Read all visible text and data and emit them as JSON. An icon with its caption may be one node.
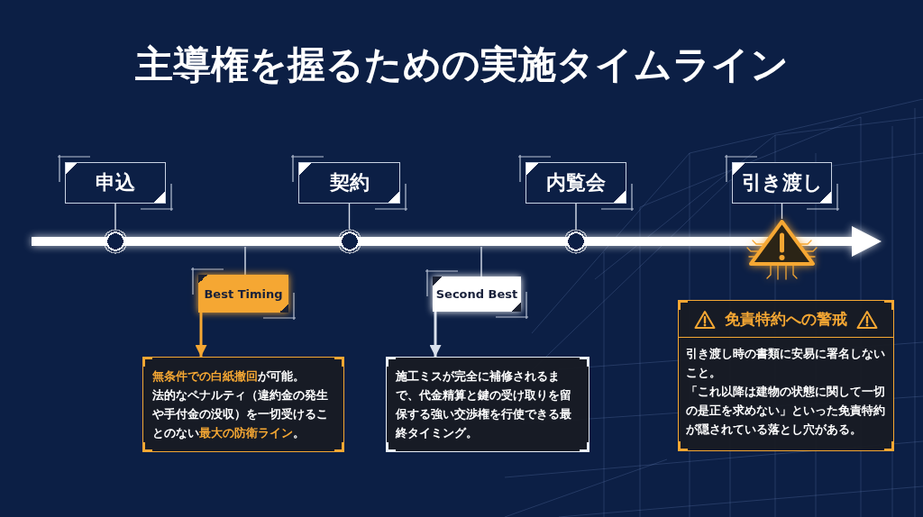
{
  "diagram": {
    "title": "主導権を握るための実施タイムライン",
    "nodes": [
      {
        "text": [
          "申込"
        ]
      },
      {
        "text": [
          "契約"
        ]
      },
      {
        "text": [
          "内覧会"
        ]
      },
      {
        "text": [
          "引き渡し"
        ]
      },
      {
        "text": [],
        "shape": "circle"
      },
      {
        "text": [],
        "shape": "circle"
      },
      {
        "text": [],
        "shape": "circle"
      },
      {
        "text": [],
        "shape": "triangle"
      },
      {
        "text": [
          "Best Timing"
        ]
      },
      {
        "text": [
          "**無条件での白紙撤回**が可能。",
          "法的なペナルティ（違約金の発生や手付金の没収）を一切受けることのない**最大の防衛ライン**。"
        ]
      },
      {
        "text": [
          "Second Best"
        ]
      },
      {
        "text": [
          "施工ミスが完全に補修されるまで、代金精算と鍵の受け取りを留保する強い交渉権を行使できる最終タイミング。"
        ]
      },
      {
        "text": [
          "免責特約への警戒",
          "引き渡し時の書類に安易に署名しないこと。",
          "「これ以降は建物の状態に関して一切の是正を求めない」といった免責特約が隠されている落とし穴がある。"
        ]
      }
    ],
    "edges": [
      {
        "from": 0,
        "to": 4,
        "arrow": "none"
      },
      {
        "from": 1,
        "to": 5,
        "arrow": "none"
      },
      {
        "from": 2,
        "to": 6,
        "arrow": "none"
      },
      {
        "from": 3,
        "to": 7,
        "arrow": "none"
      },
      {
        "from": null,
        "to": 8,
        "arrow": "none"
      },
      {
        "from": 8,
        "to": 9,
        "arrow": "to",
        "style": "thick",
        "color": "#f5a733"
      },
      {
        "from": null,
        "to": 10,
        "arrow": "none"
      },
      {
        "from": 10,
        "to": 11,
        "arrow": "to",
        "style": "thick"
      }
    ]
  }
}
